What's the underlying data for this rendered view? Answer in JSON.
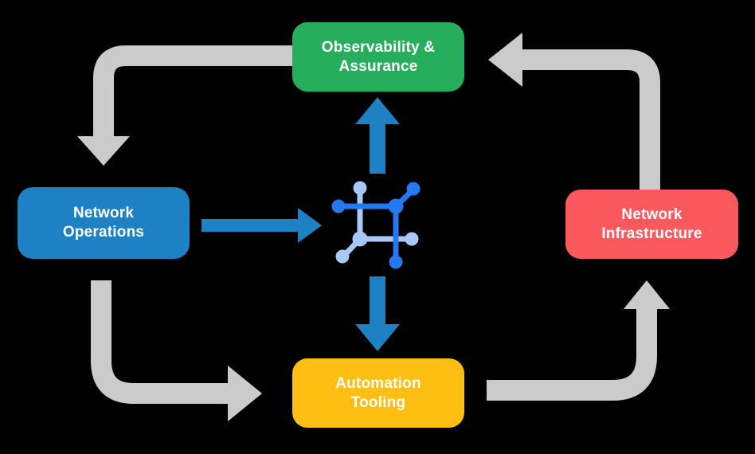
{
  "colors": {
    "background": "#000000",
    "text": "#FFFFFF",
    "arrow_gray": "#CBCBCB",
    "blue": "#1E81C4",
    "green": "#27AE5C",
    "red": "#FB595D",
    "yellow": "#FEBF12",
    "icon_blue": "#2478F0",
    "icon_light_blue": "#A8C9F6"
  },
  "nodes": {
    "observability": {
      "line1": "Observability &",
      "line2": "Assurance",
      "color": "#27AE5C"
    },
    "operations": {
      "line1": "Network",
      "line2": "Operations",
      "color": "#1E81C4"
    },
    "infrastructure": {
      "line1": "Network",
      "line2": "Infrastructure",
      "color": "#FB595D"
    },
    "automation": {
      "line1": "Automation",
      "line2": "Tooling",
      "color": "#FEBF12"
    }
  },
  "center_icon": {
    "name": "network-automation-icon"
  },
  "edges": [
    {
      "from": "Observability & Assurance",
      "to": "Network Operations",
      "style": "gray-curved"
    },
    {
      "from": "Network Operations",
      "to": "Automation Tooling",
      "style": "gray-curved"
    },
    {
      "from": "Automation Tooling",
      "to": "Network Infrastructure",
      "style": "gray-curved"
    },
    {
      "from": "Network Infrastructure",
      "to": "Observability & Assurance",
      "style": "gray-curved"
    },
    {
      "from": "Network Operations",
      "to": "center-icon",
      "style": "blue-straight"
    },
    {
      "from": "center-icon",
      "to": "Observability & Assurance",
      "style": "blue-straight"
    },
    {
      "from": "center-icon",
      "to": "Automation Tooling",
      "style": "blue-straight"
    }
  ]
}
